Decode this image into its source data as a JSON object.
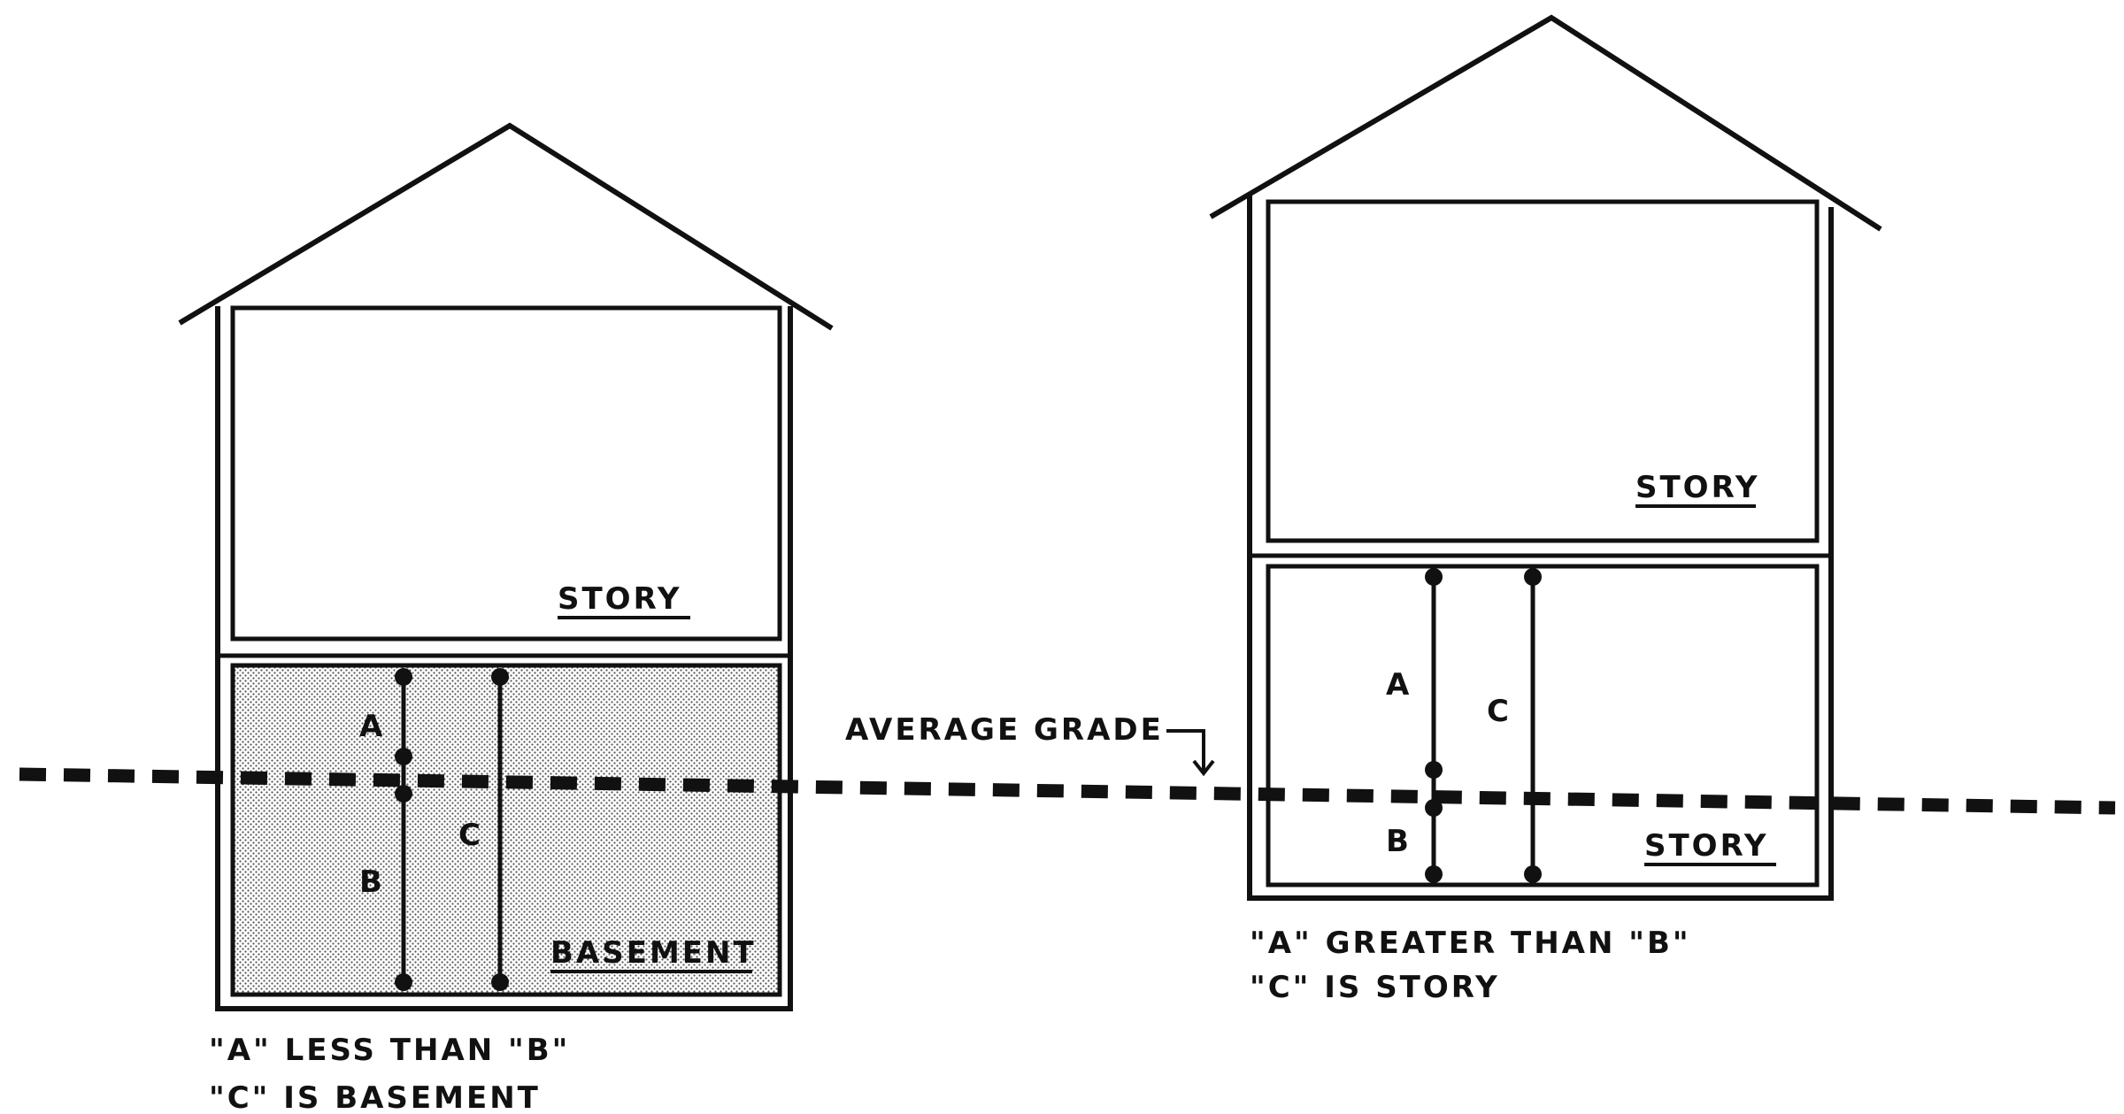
{
  "colors": {
    "ink": "#111111",
    "background": "#ffffff",
    "basement_fill": "#c8c8c8"
  },
  "grade": {
    "label": "AVERAGE GRADE"
  },
  "left_building": {
    "upper_label": "STORY",
    "lower_label": "BASEMENT",
    "dim_a": "A",
    "dim_b": "B",
    "dim_c": "C",
    "caption_line1": "\"A\" LESS THAN \"B\"",
    "caption_line2": "\"C\" IS BASEMENT"
  },
  "right_building": {
    "upper_label": "STORY",
    "lower_label": "STORY",
    "dim_a": "A",
    "dim_b": "B",
    "dim_c": "C",
    "caption_line1": "\"A\" GREATER THAN \"B\"",
    "caption_line2": "\"C\" IS STORY"
  }
}
